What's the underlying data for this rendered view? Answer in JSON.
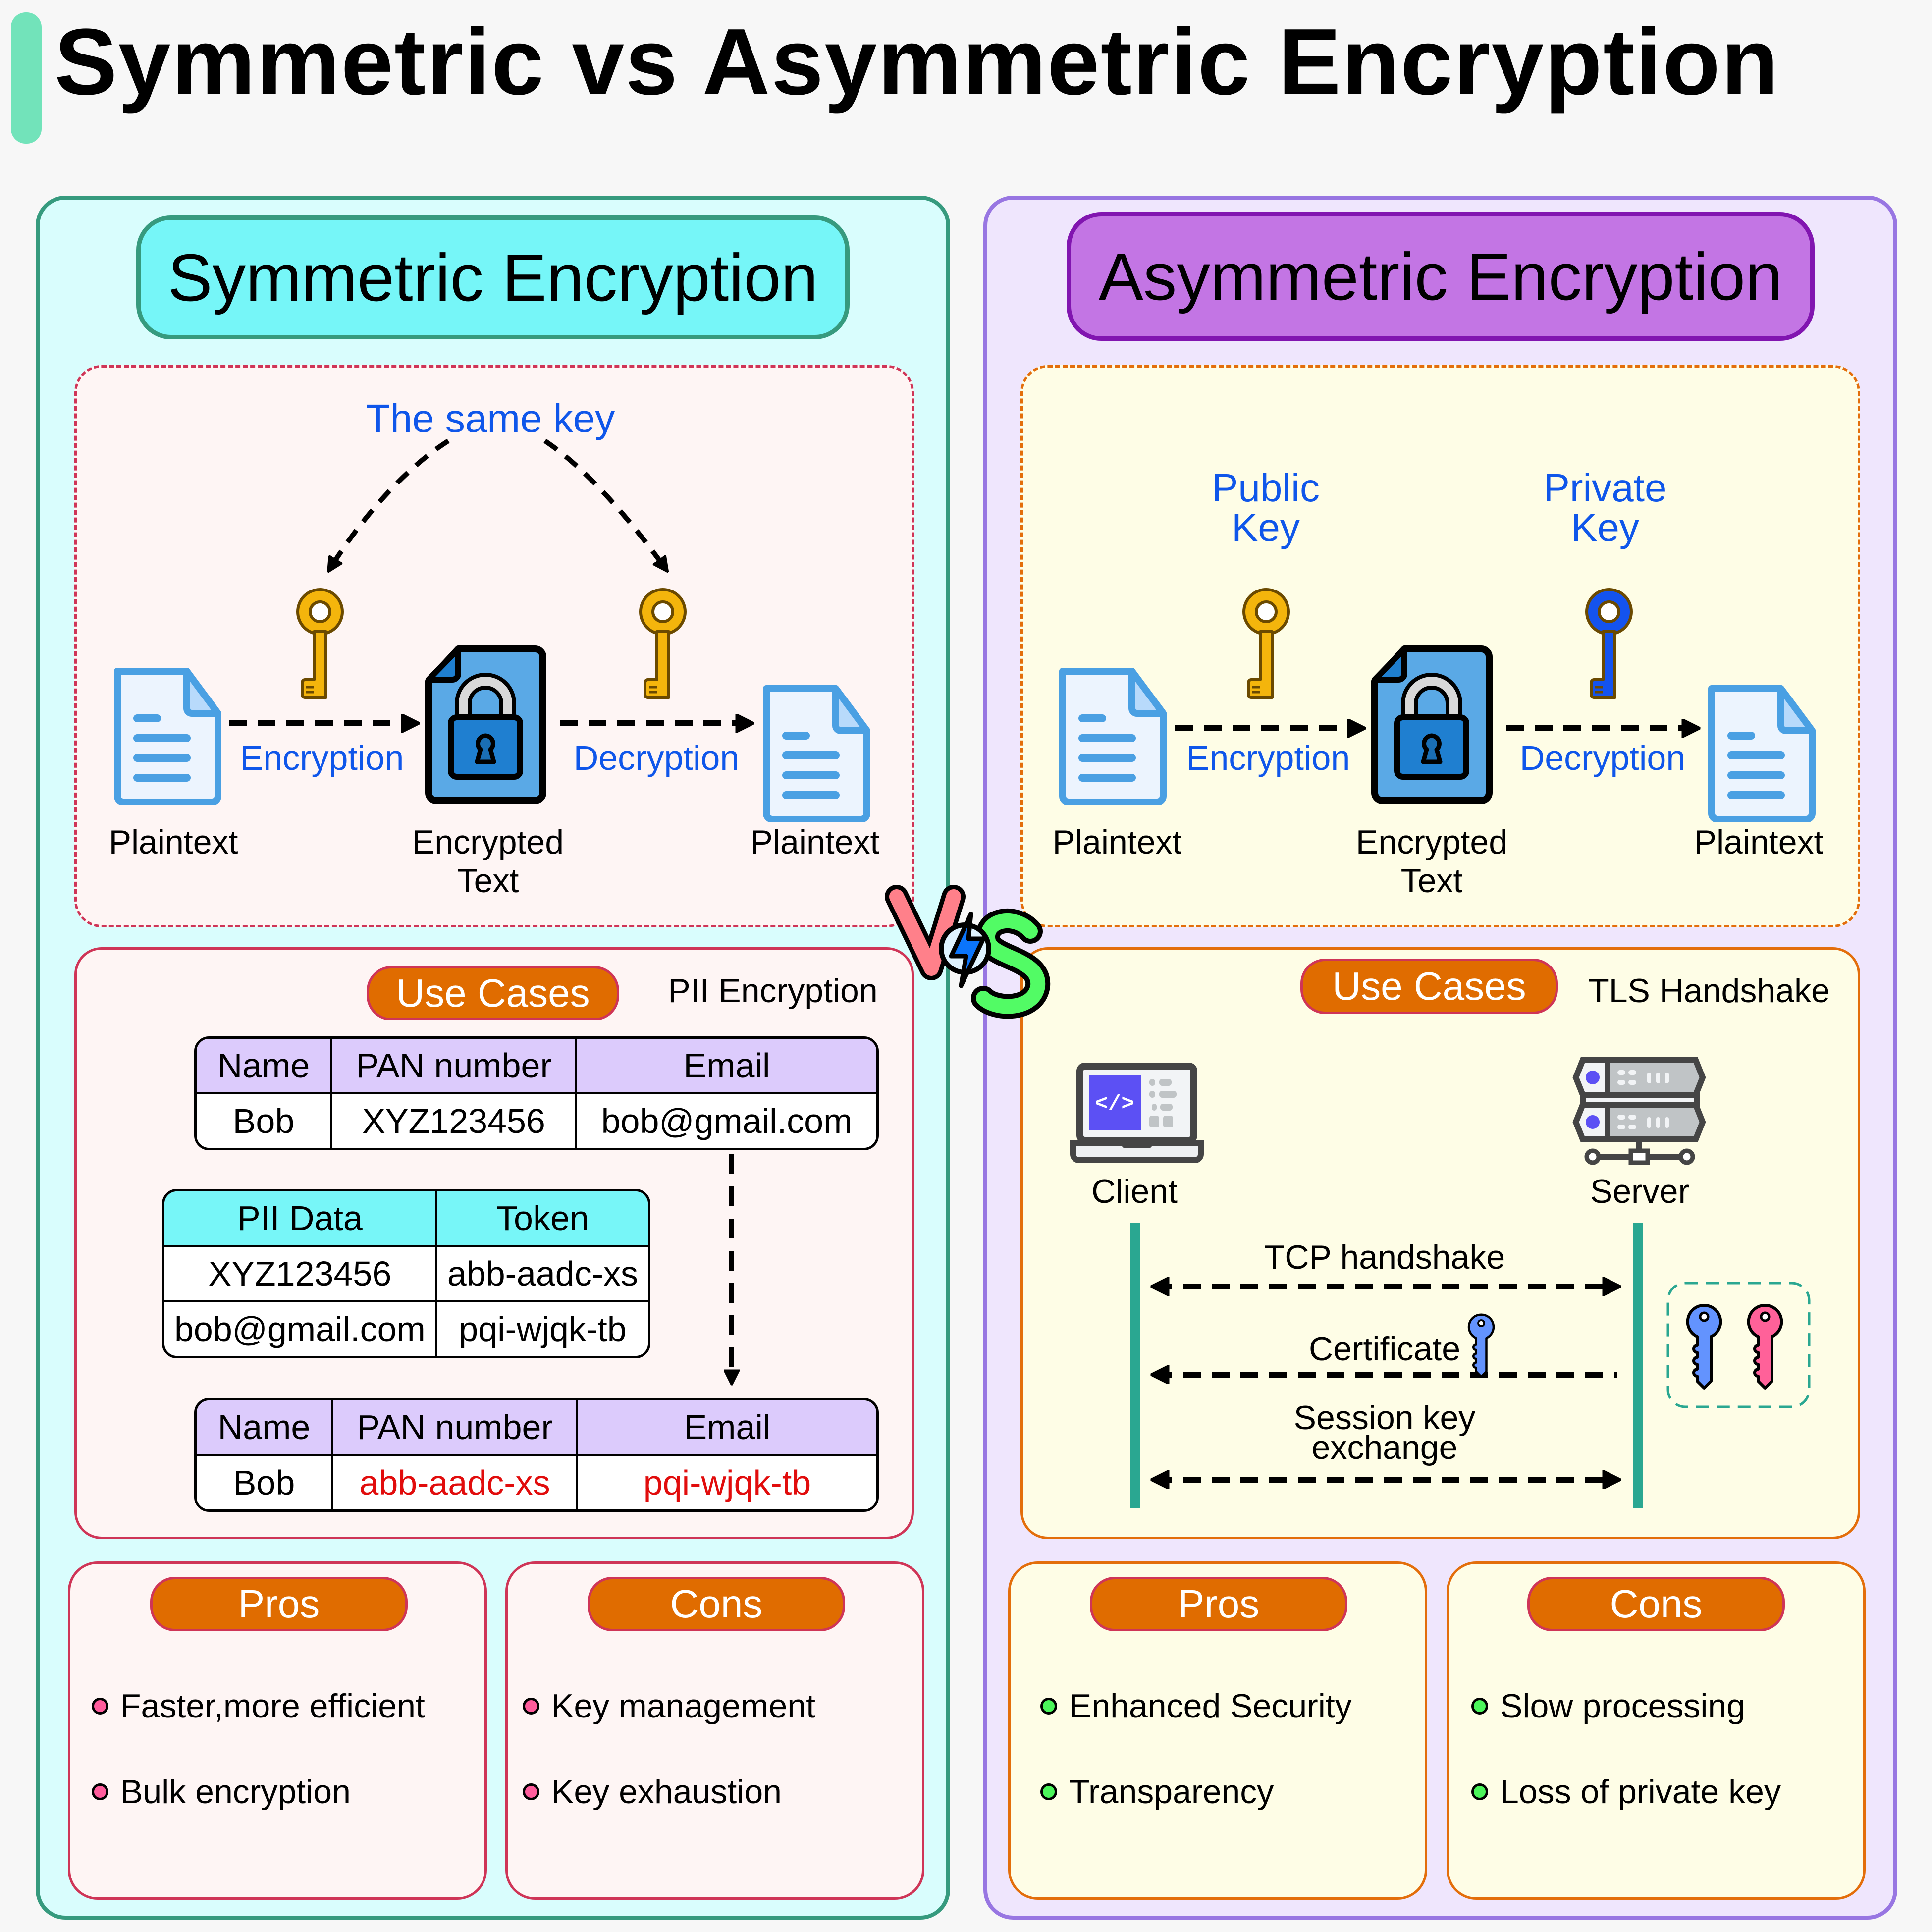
{
  "title": "Symmetric vs Asymmetric Encryption",
  "vs_label": "VS",
  "colors": {
    "accent_bar": "#72e3ba",
    "symmetric_panel": "#d9fdfd",
    "asymmetric_panel": "#efe6fd",
    "badge": "#e06c00",
    "label_blue": "#0f56ea",
    "token_red": "#e10c0c"
  },
  "symmetric": {
    "heading": "Symmetric Encryption",
    "flow": {
      "key_label": "The same key",
      "encrypt_label": "Encryption",
      "decrypt_label": "Decryption",
      "plaintext_left": "Plaintext",
      "encrypted_line1": "Encrypted",
      "encrypted_line2": "Text",
      "plaintext_right": "Plaintext",
      "icons": [
        "document-icon",
        "gold-key-icon",
        "locked-file-icon",
        "gold-key-icon",
        "document-icon"
      ]
    },
    "use_cases": {
      "badge": "Use Cases",
      "subtitle": "PII Encryption",
      "original_table": {
        "headers": [
          "Name",
          "PAN number",
          "Email"
        ],
        "rows": [
          [
            "Bob",
            "XYZ123456",
            "bob@gmail.com"
          ]
        ]
      },
      "token_table": {
        "headers": [
          "PII Data",
          "Token"
        ],
        "rows": [
          [
            "XYZ123456",
            "abb-aadc-xs"
          ],
          [
            "bob@gmail.com",
            "pqi-wjqk-tb"
          ]
        ]
      },
      "tokenized_table": {
        "headers": [
          "Name",
          "PAN number",
          "Email"
        ],
        "rows": [
          [
            "Bob",
            "abb-aadc-xs",
            "pqi-wjqk-tb"
          ]
        ]
      }
    },
    "pros": {
      "badge": "Pros",
      "items": [
        "Faster,more efficient",
        "Bulk encryption"
      ]
    },
    "cons": {
      "badge": "Cons",
      "items": [
        "Key management",
        "Key exhaustion"
      ]
    }
  },
  "asymmetric": {
    "heading": "Asymmetric Encryption",
    "flow": {
      "public_key_line1": "Public",
      "public_key_line2": "Key",
      "private_key_line1": "Private",
      "private_key_line2": "Key",
      "encrypt_label": "Encryption",
      "decrypt_label": "Decryption",
      "plaintext_left": "Plaintext",
      "encrypted_line1": "Encrypted",
      "encrypted_line2": "Text",
      "plaintext_right": "Plaintext",
      "icons": [
        "document-icon",
        "gold-key-icon",
        "locked-file-icon",
        "blue-key-icon",
        "document-icon"
      ]
    },
    "use_cases": {
      "badge": "Use Cases",
      "subtitle": "TLS Handshake",
      "client_label": "Client",
      "server_label": "Server",
      "messages": [
        {
          "label": "TCP handshake",
          "direction": "both"
        },
        {
          "label": "Certificate",
          "direction": "server-to-client"
        },
        {
          "label_line1": "Session key",
          "label_line2": "exchange",
          "direction": "both"
        }
      ],
      "key_pair_icons": [
        "public-key-icon",
        "private-key-icon"
      ]
    },
    "pros": {
      "badge": "Pros",
      "items": [
        "Enhanced Security",
        "Transparency"
      ]
    },
    "cons": {
      "badge": "Cons",
      "items": [
        "Slow processing",
        "Loss of private key"
      ]
    }
  }
}
